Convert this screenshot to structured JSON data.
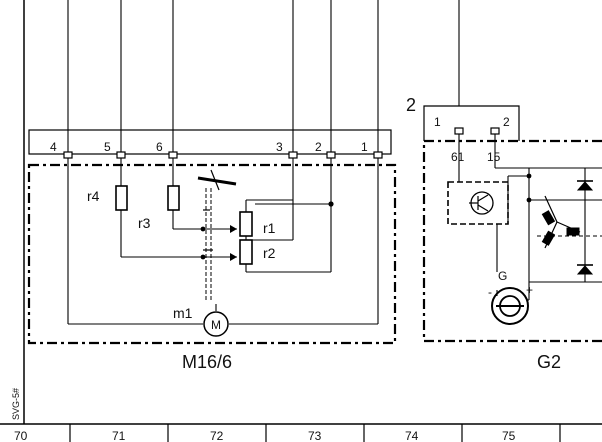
{
  "main_connectors": [
    {
      "pin": "4"
    },
    {
      "pin": "5"
    },
    {
      "pin": "6"
    },
    {
      "pin": "3"
    },
    {
      "pin": "2"
    },
    {
      "pin": "1"
    }
  ],
  "components": {
    "r4": "r4",
    "r3": "r3",
    "r1": "r1",
    "r2": "r2",
    "m1": "m1",
    "motor_symbol": "M",
    "g_label": "G"
  },
  "modules": {
    "m16_6": "M16/6",
    "g2": "G2"
  },
  "g2_block": {
    "ref_number": "2",
    "pin_a": "1",
    "pin_b": "2",
    "terminal_a": "61",
    "terminal_b": "15",
    "minus": "-",
    "plus": "+"
  },
  "grid": {
    "columns": [
      "70",
      "71",
      "72",
      "73",
      "74",
      "75"
    ]
  },
  "side_text": "SVG-5#"
}
